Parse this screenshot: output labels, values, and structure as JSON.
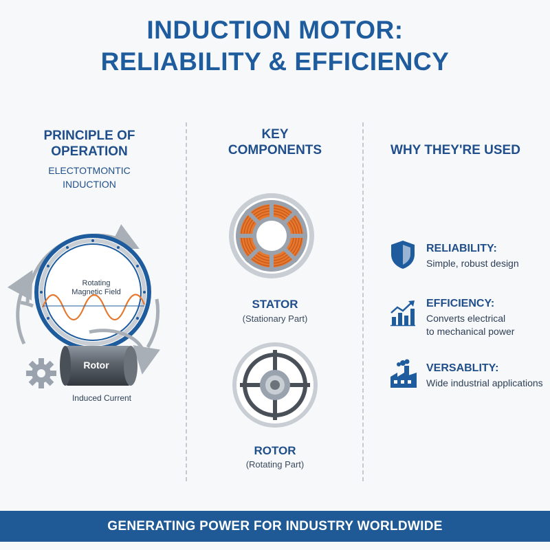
{
  "title": {
    "line1": "INDUCTION MOTOR:",
    "line2": "RELIABILITY & EFFICIENCY"
  },
  "principle": {
    "heading_line1": "PRINCIPLE OF",
    "heading_line2": "OPERATION",
    "sub_line1": "ELECTOTMONTIC",
    "sub_line2": "INDUCTION",
    "field_label_line1": "Rotating",
    "field_label_line2": "Magnetic Field",
    "rotor_label": "Rotor",
    "current_label": "Induced Current"
  },
  "components": {
    "heading_line1": "KEY",
    "heading_line2": "COMPONENTS",
    "stator_name": "STATOR",
    "stator_desc": "(Stationary Part)",
    "rotor_name": "ROTOR",
    "rotor_desc": "(Rotating Part)"
  },
  "why": {
    "heading": "WHY THEY'RE USED",
    "items": [
      {
        "icon": "shield-icon",
        "title": "RELIABILITY:",
        "desc_line1": "Simple, robust design",
        "desc_line2": ""
      },
      {
        "icon": "growth-chart-icon",
        "title": "EFFICIENCY:",
        "desc_line1": "Converts electrical",
        "desc_line2": "to mechanical power"
      },
      {
        "icon": "factory-icon",
        "title": "VERSABLITY:",
        "desc_line1": "Wide industrial applications",
        "desc_line2": ""
      }
    ]
  },
  "footer": {
    "text": "GENERATING POWER FOR INDUSTRY WORLDWIDE"
  },
  "colors": {
    "primary_blue": "#1f5c9e",
    "footer_blue": "#1f5a96",
    "coil_orange": "#e8772e",
    "steel_grey": "#9aa3ad"
  }
}
